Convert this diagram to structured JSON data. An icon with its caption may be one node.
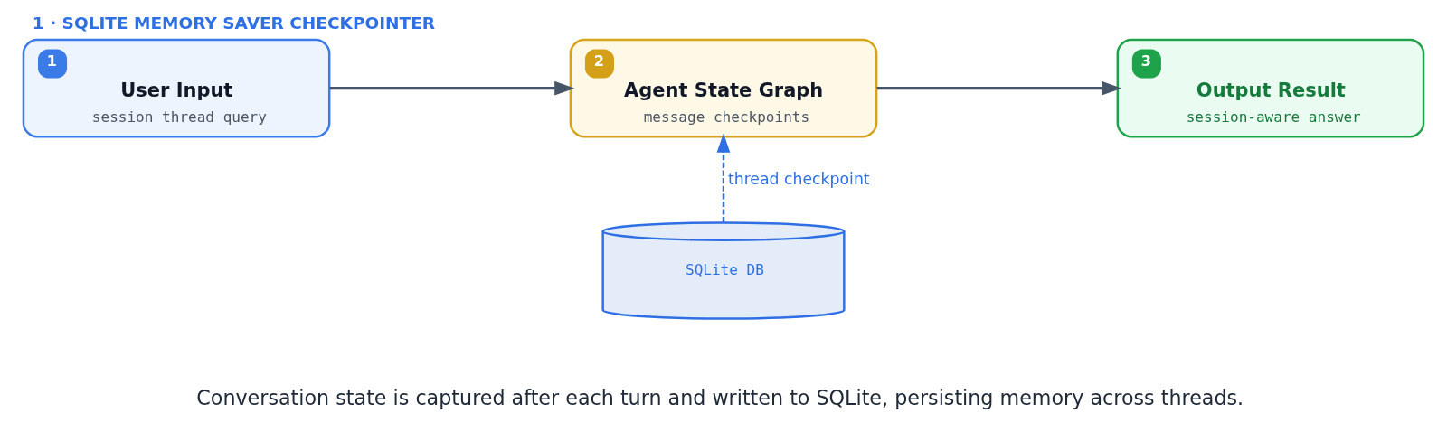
{
  "diagram": {
    "title": "1 · SQLITE MEMORY SAVER CHECKPOINTER",
    "caption": "Conversation state is captured after each turn and written to SQLite, persisting memory across threads.",
    "nodes": [
      {
        "text": [
          "1",
          "User Input",
          "session thread query"
        ]
      },
      {
        "text": [
          "2",
          "Agent State Graph",
          "message checkpoints"
        ]
      },
      {
        "text": [
          "3",
          "Output Result",
          "session-aware answer"
        ]
      },
      {
        "text": [
          "SQLite DB"
        ]
      }
    ],
    "edges": [
      {
        "from": 0,
        "to": 1,
        "arrow": "to"
      },
      {
        "from": 1,
        "to": 2,
        "arrow": "to"
      },
      {
        "from": 3,
        "to": 1,
        "arrow": "to",
        "label": "thread checkpoint",
        "style": "dashed",
        "color": "#2f6fe4"
      }
    ]
  }
}
